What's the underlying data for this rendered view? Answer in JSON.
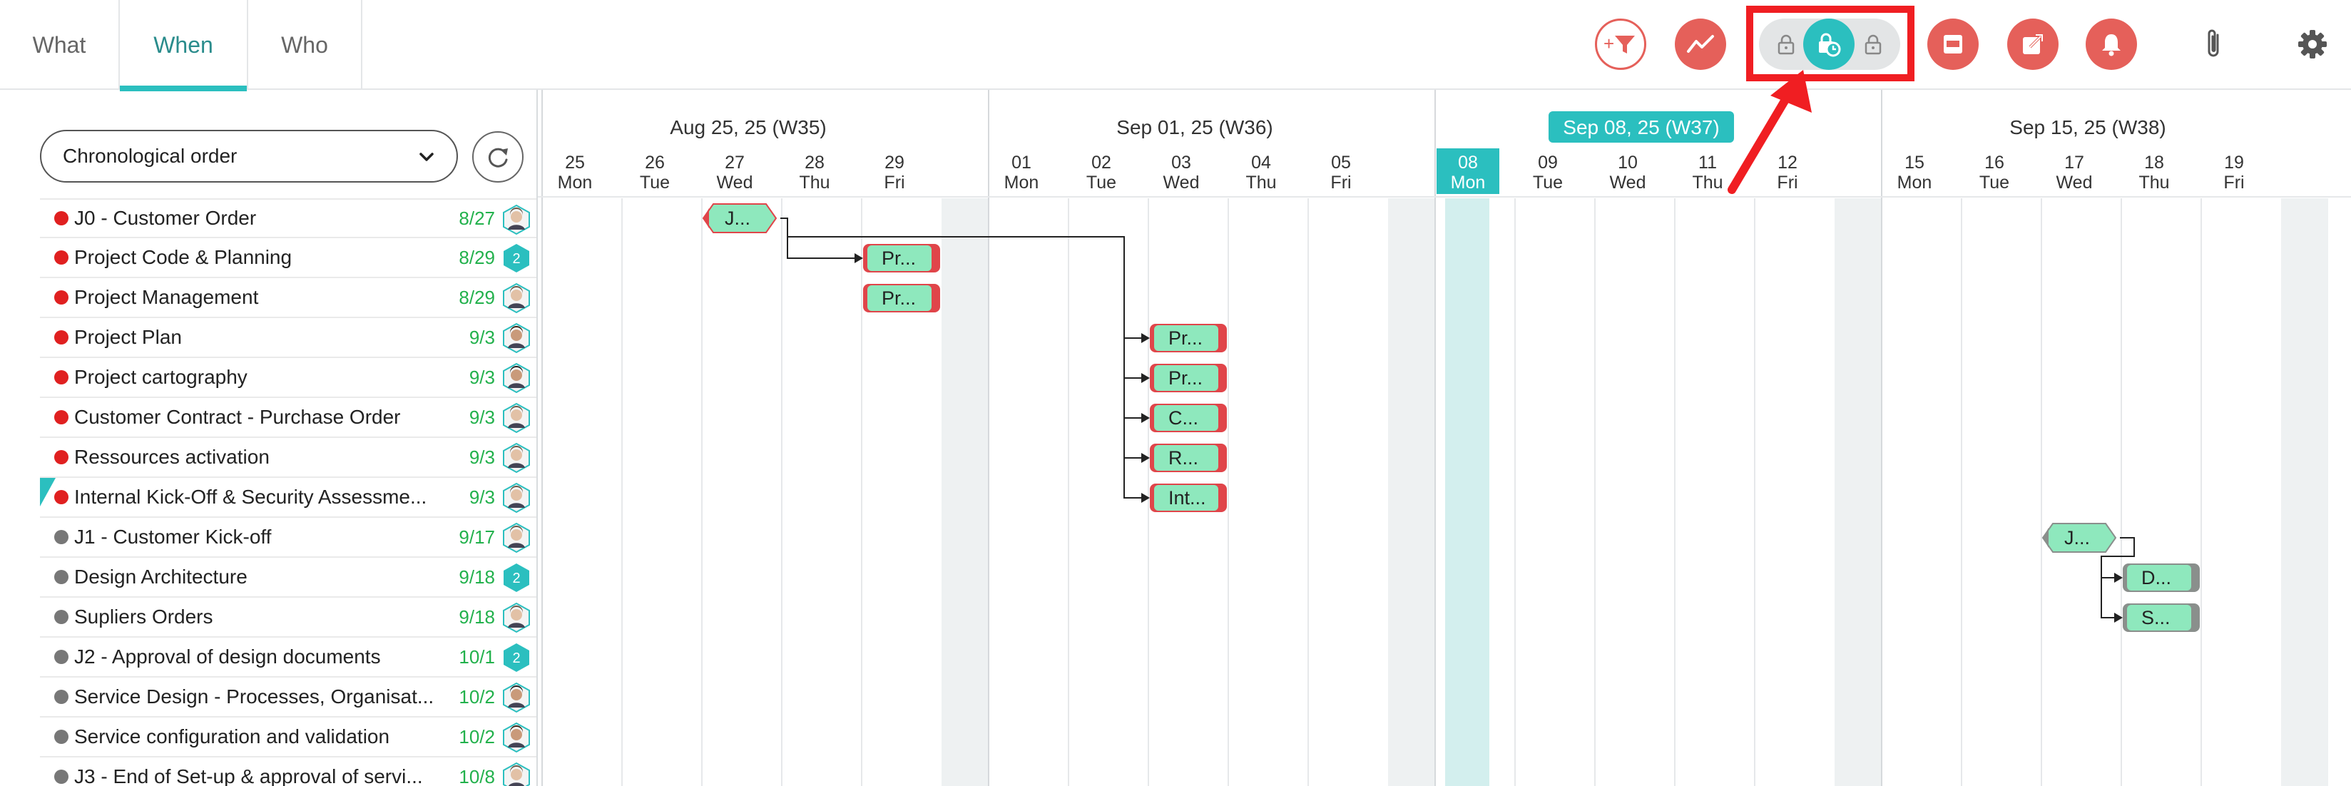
{
  "tabs": [
    {
      "label": "What",
      "active": false
    },
    {
      "label": "When",
      "active": true
    },
    {
      "label": "Who",
      "active": false
    }
  ],
  "toolbar": {
    "icons": [
      "add-filter-icon",
      "trend-chart-icon",
      "lock-icon",
      "lock-clock-icon",
      "lock-icon",
      "pdf-export-icon",
      "share-export-icon",
      "bell-icon",
      "paperclip-icon",
      "gear-icon"
    ],
    "accent_color": "#e5605a",
    "toggle_active_color": "#2bbfbf"
  },
  "sort": {
    "selected": "Chronological order"
  },
  "weeks": [
    {
      "label": "Aug 25, 25 (W35)",
      "current": false
    },
    {
      "label": "Sep 01, 25 (W36)",
      "current": false
    },
    {
      "label": "Sep 08, 25 (W37)",
      "current": true
    },
    {
      "label": "Sep 15, 25 (W38)",
      "current": false
    }
  ],
  "days": [
    {
      "num": "25",
      "name": "Mon"
    },
    {
      "num": "26",
      "name": "Tue"
    },
    {
      "num": "27",
      "name": "Wed"
    },
    {
      "num": "28",
      "name": "Thu"
    },
    {
      "num": "29",
      "name": "Fri"
    },
    {
      "num": "01",
      "name": "Mon"
    },
    {
      "num": "02",
      "name": "Tue"
    },
    {
      "num": "03",
      "name": "Wed"
    },
    {
      "num": "04",
      "name": "Thu"
    },
    {
      "num": "05",
      "name": "Fri"
    },
    {
      "num": "08",
      "name": "Mon",
      "today": true
    },
    {
      "num": "09",
      "name": "Tue"
    },
    {
      "num": "10",
      "name": "Wed"
    },
    {
      "num": "11",
      "name": "Thu"
    },
    {
      "num": "12",
      "name": "Fri"
    },
    {
      "num": "15",
      "name": "Mon"
    },
    {
      "num": "16",
      "name": "Tue"
    },
    {
      "num": "17",
      "name": "Wed"
    },
    {
      "num": "18",
      "name": "Thu"
    },
    {
      "num": "19",
      "name": "Fri"
    }
  ],
  "tasks": [
    {
      "name": "J0 - Customer Order",
      "date": "8/27",
      "status": "red",
      "assignee": "avatar-man"
    },
    {
      "name": "Project Code & Planning",
      "date": "8/29",
      "status": "red",
      "assignee": "2"
    },
    {
      "name": "Project Management",
      "date": "8/29",
      "status": "red",
      "assignee": "avatar-man"
    },
    {
      "name": "Project Plan",
      "date": "9/3",
      "status": "red",
      "assignee": "avatar-woman"
    },
    {
      "name": "Project cartography",
      "date": "9/3",
      "status": "red",
      "assignee": "avatar-woman2"
    },
    {
      "name": "Customer Contract - Purchase Order",
      "date": "9/3",
      "status": "red",
      "assignee": "avatar-man"
    },
    {
      "name": "Ressources activation",
      "date": "9/3",
      "status": "red",
      "assignee": "avatar-man"
    },
    {
      "name": "Internal Kick-Off & Security Assessme...",
      "date": "9/3",
      "status": "red",
      "assignee": "avatar-man2",
      "flag": true
    },
    {
      "name": "J1 - Customer Kick-off",
      "date": "9/17",
      "status": "grey",
      "assignee": "avatar-man"
    },
    {
      "name": "Design Architecture",
      "date": "9/18",
      "status": "grey",
      "assignee": "2"
    },
    {
      "name": "Supliers Orders",
      "date": "9/18",
      "status": "grey",
      "assignee": "avatar-man2"
    },
    {
      "name": "J2 - Approval of design documents",
      "date": "10/1",
      "status": "grey",
      "assignee": "2"
    },
    {
      "name": "Service Design - Processes, Organisat...",
      "date": "10/2",
      "status": "grey",
      "assignee": "avatar-woman2"
    },
    {
      "name": "Service configuration and validation",
      "date": "10/2",
      "status": "grey",
      "assignee": "avatar-woman"
    },
    {
      "name": "J3 - End of Set-up & approval of servi...",
      "date": "10/8",
      "status": "grey",
      "assignee": "avatar-man"
    }
  ],
  "bars": [
    {
      "label": "J...",
      "kind": "milestone",
      "row": 0,
      "day": 2,
      "span": 1,
      "status": "red"
    },
    {
      "label": "Pr...",
      "kind": "task",
      "row": 1,
      "day": 4,
      "span": 1,
      "status": "red"
    },
    {
      "label": "Pr...",
      "kind": "task",
      "row": 2,
      "day": 4,
      "span": 1,
      "status": "red"
    },
    {
      "label": "Pr...",
      "kind": "task",
      "row": 3,
      "day": 7,
      "span": 1,
      "status": "red"
    },
    {
      "label": "Pr...",
      "kind": "task",
      "row": 4,
      "day": 7,
      "span": 1,
      "status": "red"
    },
    {
      "label": "C...",
      "kind": "task",
      "row": 5,
      "day": 7,
      "span": 1,
      "status": "red"
    },
    {
      "label": "R...",
      "kind": "task",
      "row": 6,
      "day": 7,
      "span": 1,
      "status": "red"
    },
    {
      "label": "Int...",
      "kind": "task",
      "row": 7,
      "day": 7,
      "span": 1,
      "status": "red"
    },
    {
      "label": "J...",
      "kind": "milestone",
      "row": 8,
      "day": 17,
      "span": 1,
      "status": "grey"
    },
    {
      "label": "D...",
      "kind": "task",
      "row": 9,
      "day": 18,
      "span": 1,
      "status": "grey"
    },
    {
      "label": "S...",
      "kind": "task",
      "row": 10,
      "day": 18,
      "span": 1,
      "status": "grey"
    }
  ],
  "links": [
    {
      "from": 0,
      "to": 1
    },
    {
      "from": 0,
      "to": 3
    },
    {
      "from": 0,
      "to": 4
    },
    {
      "from": 0,
      "to": 5
    },
    {
      "from": 0,
      "to": 6
    },
    {
      "from": 0,
      "to": 7
    },
    {
      "from": 8,
      "to": 9
    },
    {
      "from": 8,
      "to": 10
    }
  ]
}
